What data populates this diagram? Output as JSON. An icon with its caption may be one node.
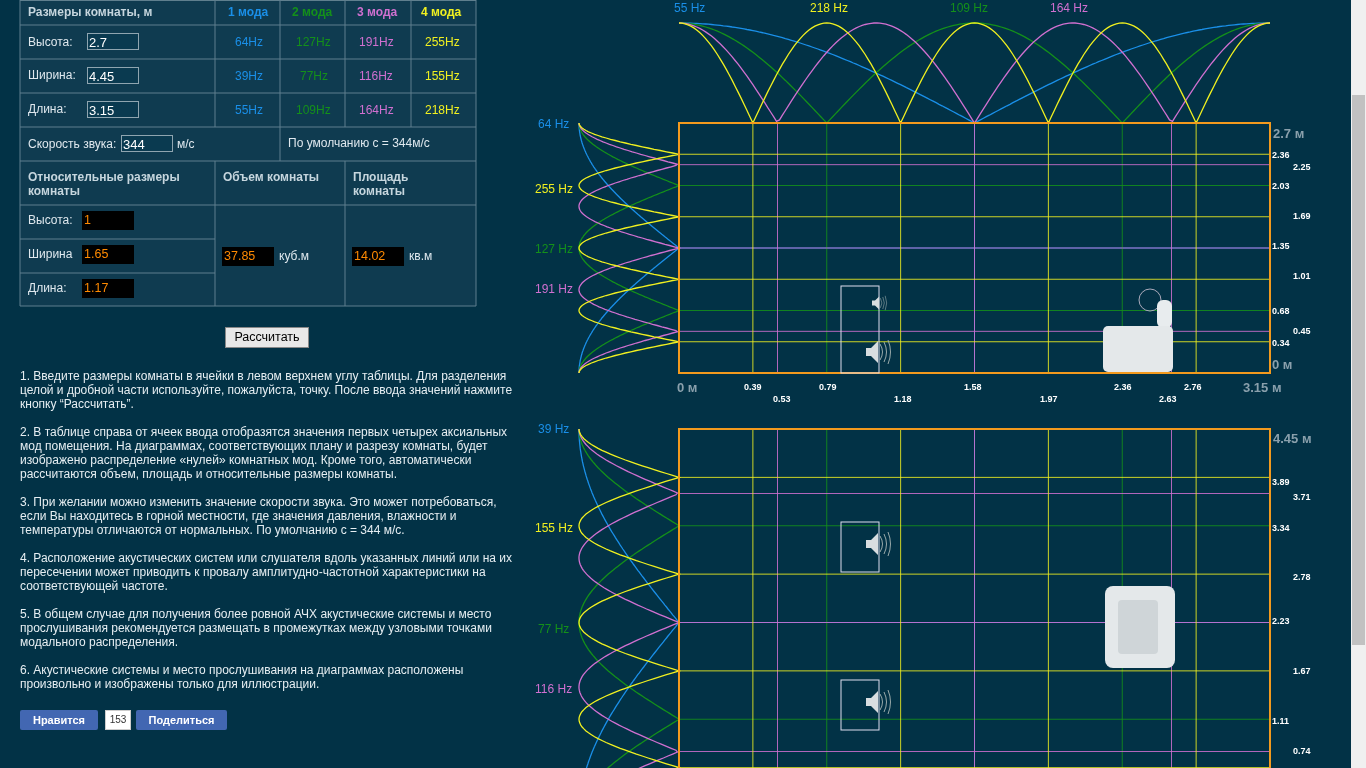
{
  "diagram": {
    "labels": [
      "Размеры комнаты, м",
      "1 мода",
      "2 мода",
      "3 мода",
      "4 мода",
      "Высота:",
      "2.7",
      "64Hz",
      "127Hz",
      "191Hz",
      "255Hz",
      "Ширина:",
      "4.45",
      "39Hz",
      "77Hz",
      "116Hz",
      "155Hz",
      "Длина:",
      "3.15",
      "55Hz",
      "109Hz",
      "164Hz",
      "218Hz",
      "Скорость звука:",
      "344",
      "м/с",
      "По умолчанию с = 344м/с",
      "Относительные размеры комнаты",
      "Объем комнаты",
      "Площадь комнаты",
      "Высота:",
      "1",
      "37.85",
      "куб.м",
      "14.02",
      "кв.м",
      "Ширина",
      "1.65",
      "Длина:",
      "1.17",
      "Рассчитать",
      "1. Введите размеры комнаты в ячейки в левом верхнем углу таблицы. Для разделения целой и дробной части используйте, пожалуйста, точку. После ввода значений нажмите кнопку “Рассчитать”.",
      "2. В таблице справа от ячеек ввода отобразятся значения первых четырех аксиальных мод помещения. На диаграммах, соответствующих плану и разрезу комнаты, будет изображено распределение «нулей» комнатных мод. Кроме того, автоматически рассчитаются объем, площадь и относительные размеры комнаты.",
      "3. При желании можно изменить значение скорости звука. Это может потребоваться, если Вы находитесь в горной местности, где значения давления, влажности и температуры отличаются от нормальных. По умолчанию с = 344 м/с.",
      "4. Расположение акустических систем или слушателя вдоль указанных линий или на их пересечении может приводить к провалу амплитудно-частотной характеристики на соответствующей частоте.",
      "5. В общем случае для получения более ровной АЧХ акустические системы и место прослушивания рекомендуется размещать в промежутках между узловыми точками модального распределения.",
      "6. Акустические системы и место прослушивания на диаграммах расположены произвольно и изображены только для иллюстрации.",
      "Нравится",
      "153",
      "Поделиться",
      "55 Hz",
      "218 Hz",
      "109 Hz",
      "164 Hz",
      "64 Hz",
      "2.7 м",
      "2.36",
      "2.25",
      "255 Hz",
      "2.03",
      "1.69",
      "127 Hz",
      "1.35",
      "1.01",
      "191 Hz",
      "0.68",
      "0.45",
      "0.34",
      "0 м",
      "0 м",
      "0.39",
      "0.53",
      "0.79",
      "1.18",
      "1.58",
      "1.97",
      "2.36",
      "2.63",
      "2.76",
      "3.15 м",
      "39 Hz",
      "4.45 м",
      "3.89",
      "3.71",
      "155 Hz",
      "3.34",
      "2.78",
      "77 Hz",
      "2.23",
      "1.67",
      "116 Hz",
      "1.11",
      "0.74"
    ]
  }
}
